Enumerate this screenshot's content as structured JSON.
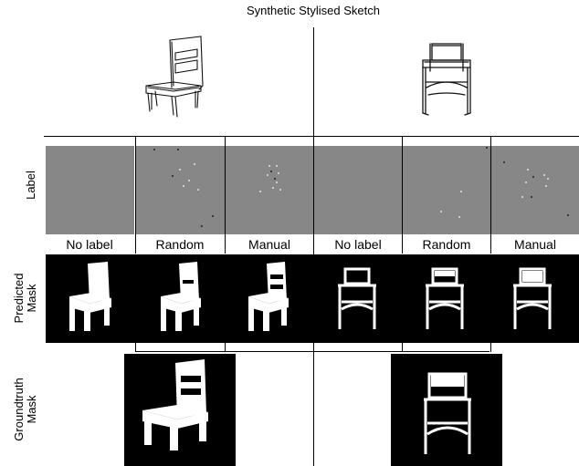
{
  "title": "Synthetic Stylised Sketch",
  "row_labels": {
    "label": "Label",
    "predicted_mask_line1": "Predicted",
    "predicted_mask_line2": "Mask",
    "groundtruth_mask_line1": "Groundtruth",
    "groundtruth_mask_line2": "Mask"
  },
  "column_labels": [
    "No label",
    "Random",
    "Manual",
    "No label",
    "Random",
    "Manual"
  ]
}
